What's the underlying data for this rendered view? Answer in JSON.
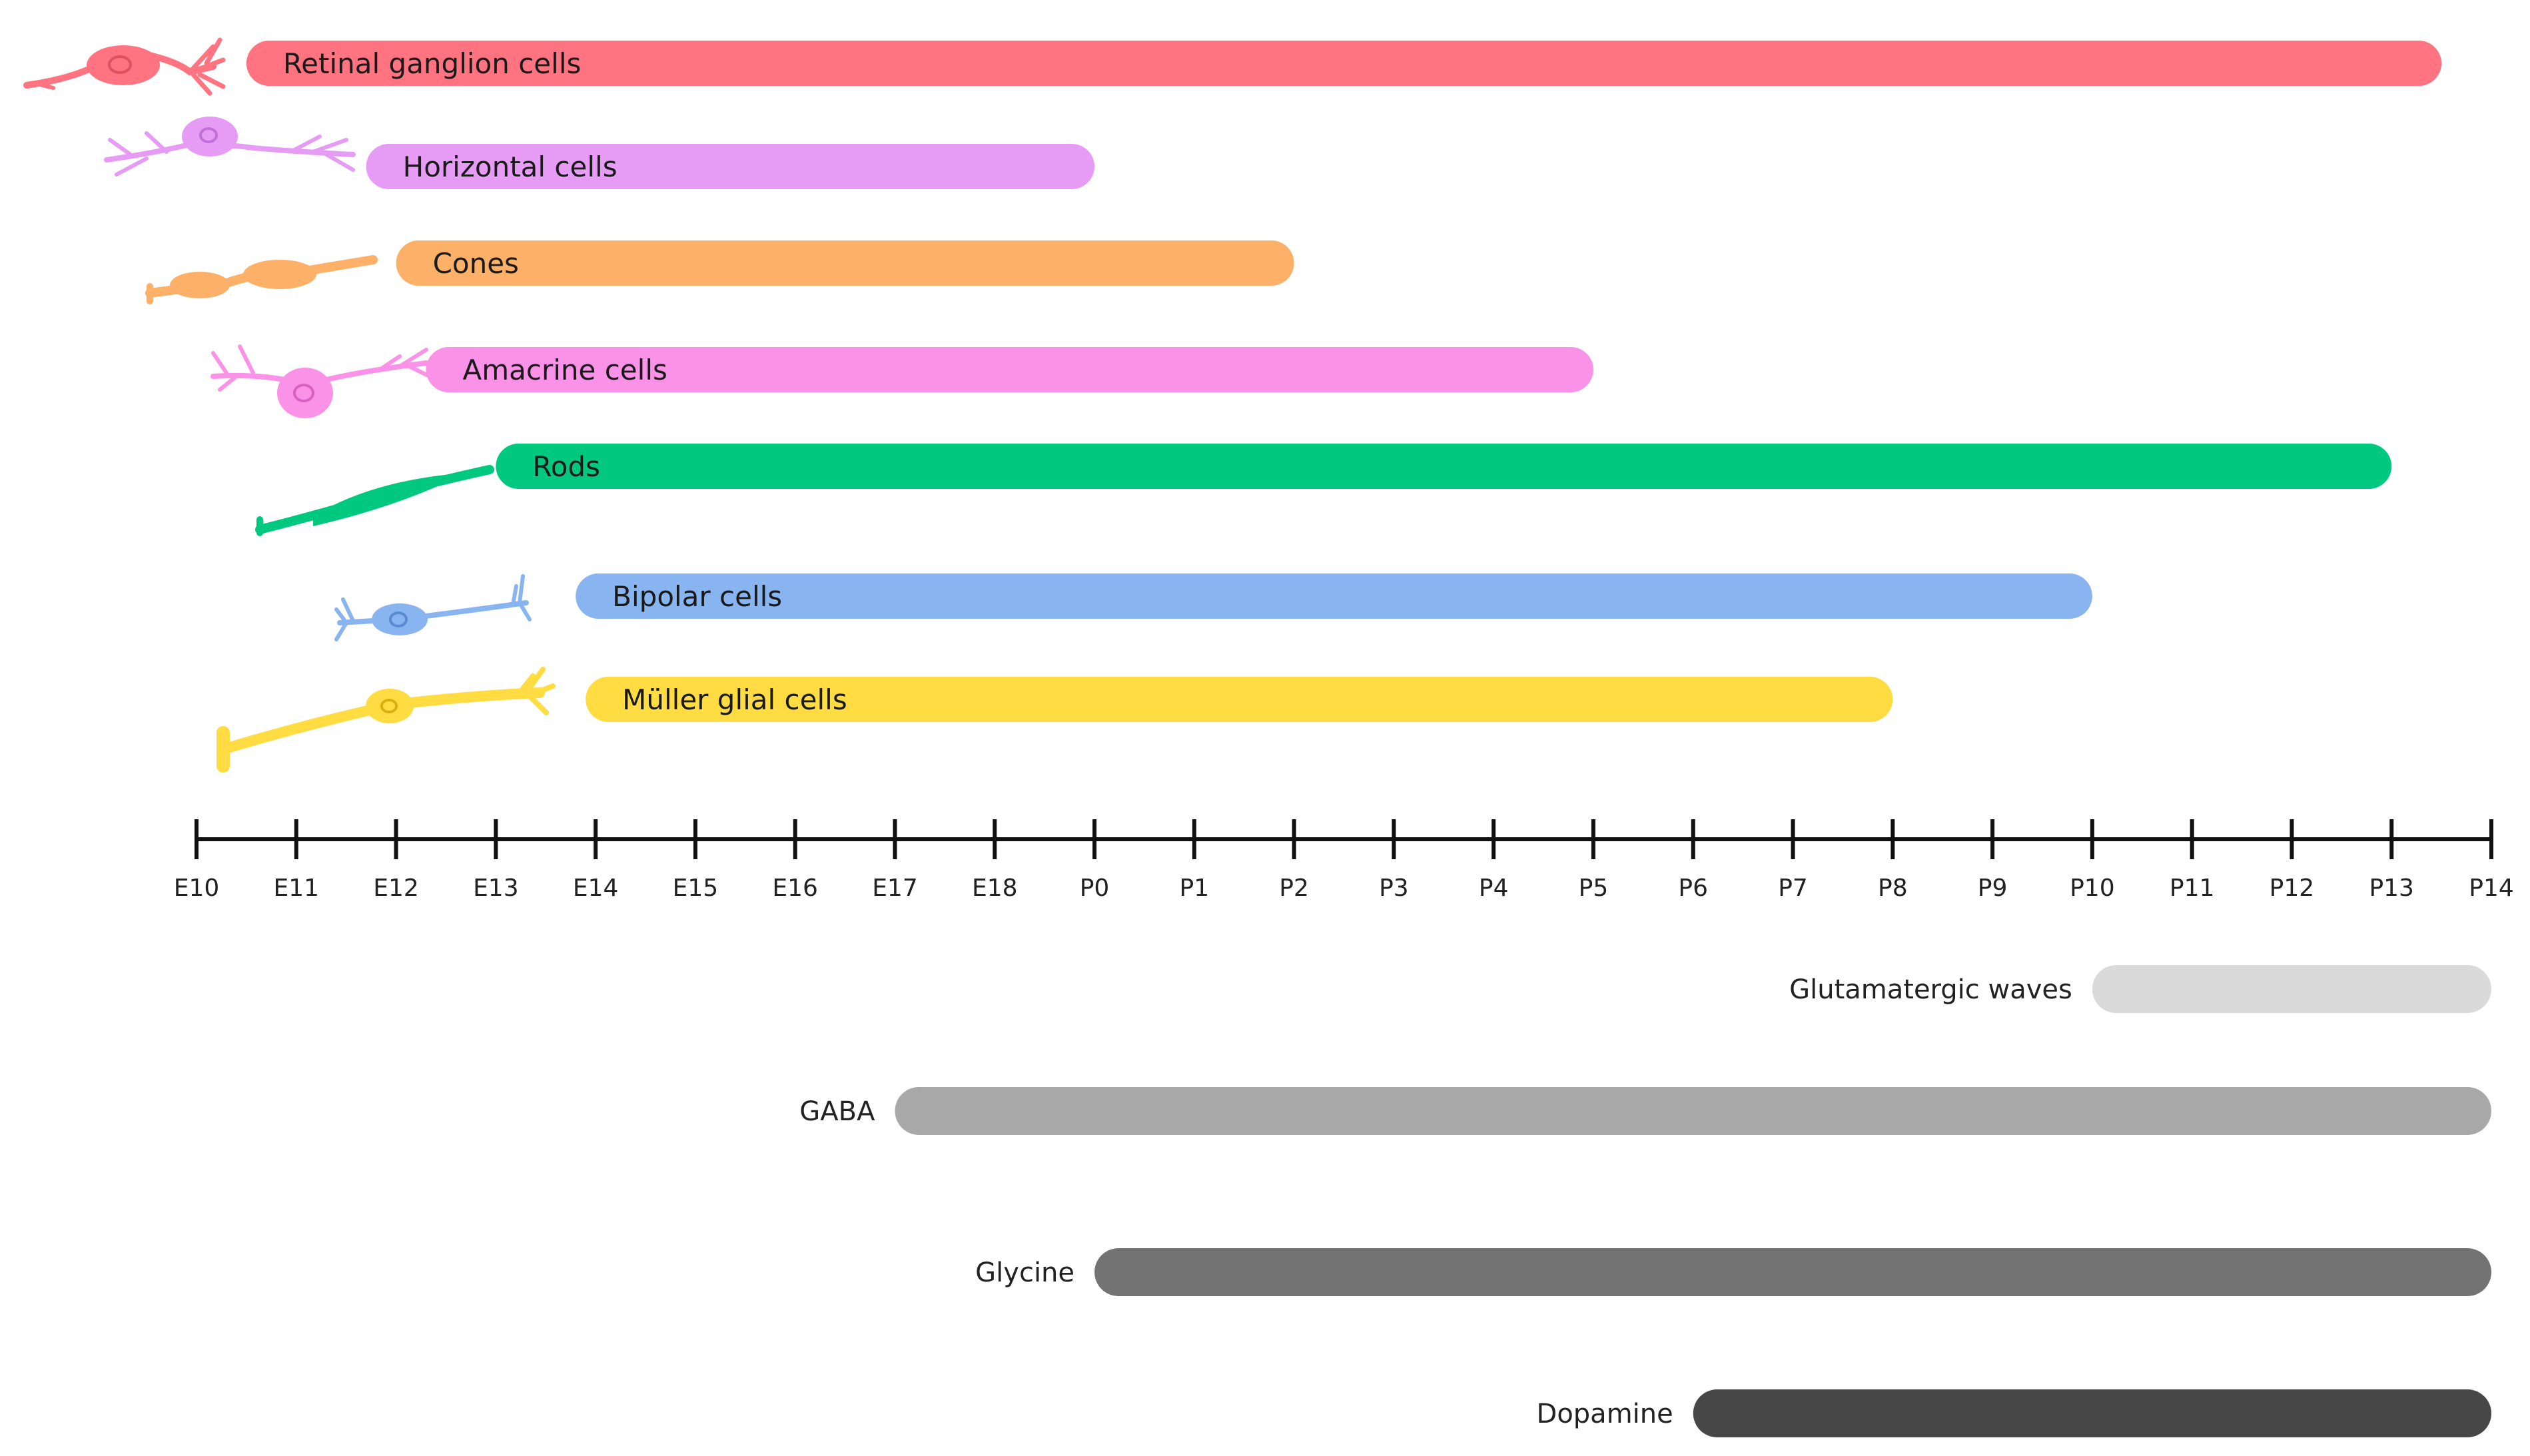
{
  "chart_data": {
    "type": "timeline",
    "axis": {
      "ticks": [
        "E10",
        "E11",
        "E12",
        "E13",
        "E14",
        "E15",
        "E16",
        "E17",
        "E18",
        "P0",
        "P1",
        "P2",
        "P3",
        "P4",
        "P5",
        "P6",
        "P7",
        "P8",
        "P9",
        "P10",
        "P11",
        "P12",
        "P13",
        "P14"
      ]
    },
    "cell_types": [
      {
        "name": "Retinal ganglion cells",
        "start": "E10.5",
        "end": "P13.5",
        "color": "#FF7480",
        "icon": "retinal-ganglion-cell-icon"
      },
      {
        "name": "Horizontal cells",
        "start": "E11.7",
        "end": "P0",
        "color": "#E69CF5",
        "icon": "horizontal-cell-icon"
      },
      {
        "name": "Cones",
        "start": "E12",
        "end": "P2",
        "color": "#FDB067",
        "icon": "cone-cell-icon"
      },
      {
        "name": "Amacrine cells",
        "start": "E12.3",
        "end": "P5",
        "color": "#FA92E8",
        "icon": "amacrine-cell-icon"
      },
      {
        "name": "Rods",
        "start": "E13",
        "end": "P13",
        "color": "#00C97F",
        "icon": "rod-cell-icon"
      },
      {
        "name": "Bipolar cells",
        "start": "E13.8",
        "end": "P10",
        "color": "#88B4F0",
        "icon": "bipolar-cell-icon"
      },
      {
        "name": "Müller glial cells",
        "start": "E13.9",
        "end": "P8",
        "color": "#FFDC42",
        "icon": "muller-glial-cell-icon"
      }
    ],
    "waves": [
      {
        "name": "Glutamatergic waves",
        "start": "P10",
        "end": "P14",
        "color": "#DADADA"
      },
      {
        "name": "GABA",
        "start": "E17",
        "end": "P14",
        "color": "#A8A8A8"
      },
      {
        "name": "Glycine",
        "start": "P0",
        "end": "P14",
        "color": "#737373"
      },
      {
        "name": "Dopamine",
        "start": "P6",
        "end": "P14",
        "color": "#474747"
      }
    ]
  }
}
